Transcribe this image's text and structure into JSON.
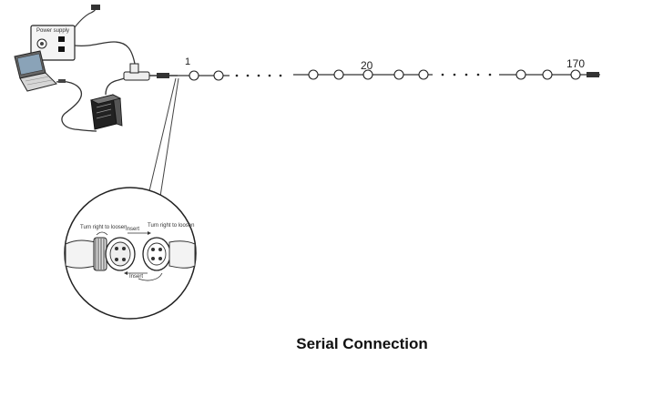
{
  "caption": "Serial Connection",
  "node_labels": {
    "first": "1",
    "middle": "20",
    "last": "170"
  },
  "power_supply": {
    "label": "Power supply"
  },
  "connector_detail": {
    "turn_right_to_loosen_left": "Turn right to loosen",
    "turn_right_to_loosen_right": "Turn right to loosen",
    "insert_top": "Insert",
    "insert_bottom": "Insert"
  }
}
